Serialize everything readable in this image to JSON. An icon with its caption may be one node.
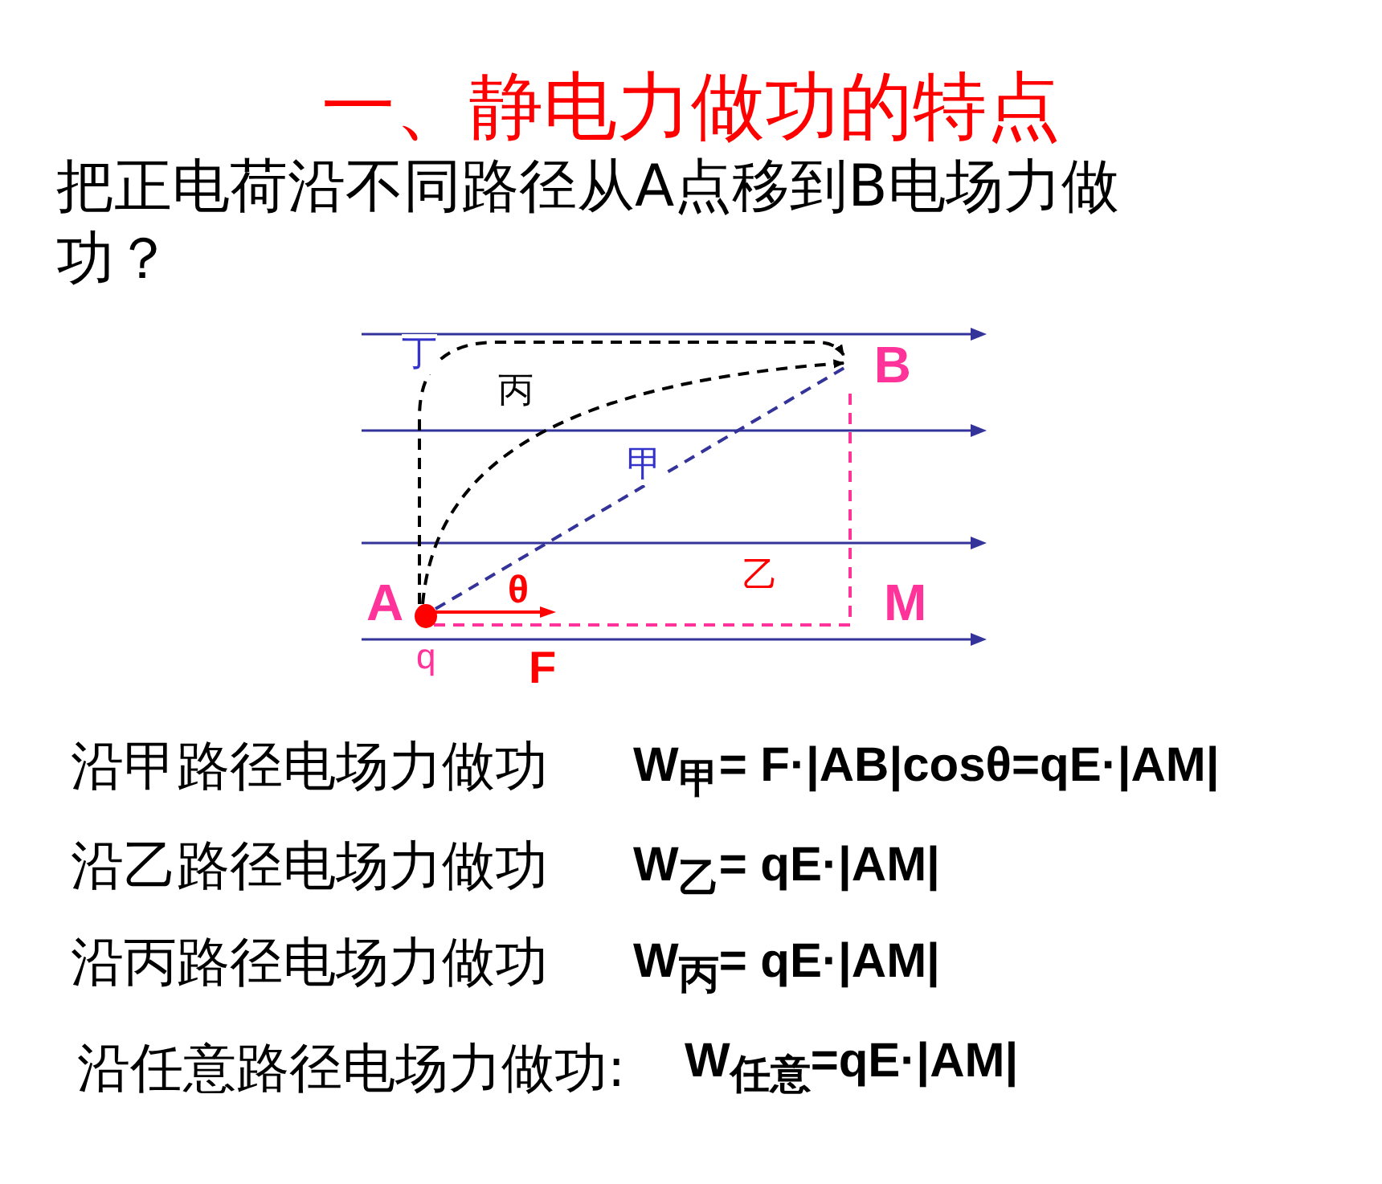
{
  "diagram": {
    "title": "一、静电力做功的特点",
    "nodes": [
      {
        "text": [],
        "shape": "circle"
      },
      {
        "text": [
          "B"
        ]
      }
    ],
    "edges": [
      {
        "from": 0,
        "to": 1,
        "arrow": "none",
        "label": "甲",
        "style": "dashed",
        "color": "#333399"
      },
      {
        "from": 0,
        "to": 1,
        "arrow": "none",
        "label": "乙",
        "style": "dashed",
        "color": "#ff3399"
      },
      {
        "from": 0,
        "to": 1,
        "arrow": "to",
        "label": "丙",
        "style": "dashed"
      },
      {
        "from": 0,
        "to": 1,
        "arrow": "to",
        "label": "丁",
        "style": "dashed"
      }
    ],
    "labels": [
      "把正电荷沿不同路径从A点移到B电场力做功？",
      "A",
      "θ",
      "M",
      "q",
      "F",
      "沿甲路径电场力做功",
      "W$_{甲}$= F·|AB|cosθ=qE·|AM|",
      "沿乙路径电场力做功",
      "W$_{乙}$= qE·|AM|",
      "沿丙路径电场力做功",
      "W$_{丙}$= qE·|AM|",
      "沿任意路径电场力做功:",
      "W$_{任意}$=qE·|AM|"
    ]
  }
}
